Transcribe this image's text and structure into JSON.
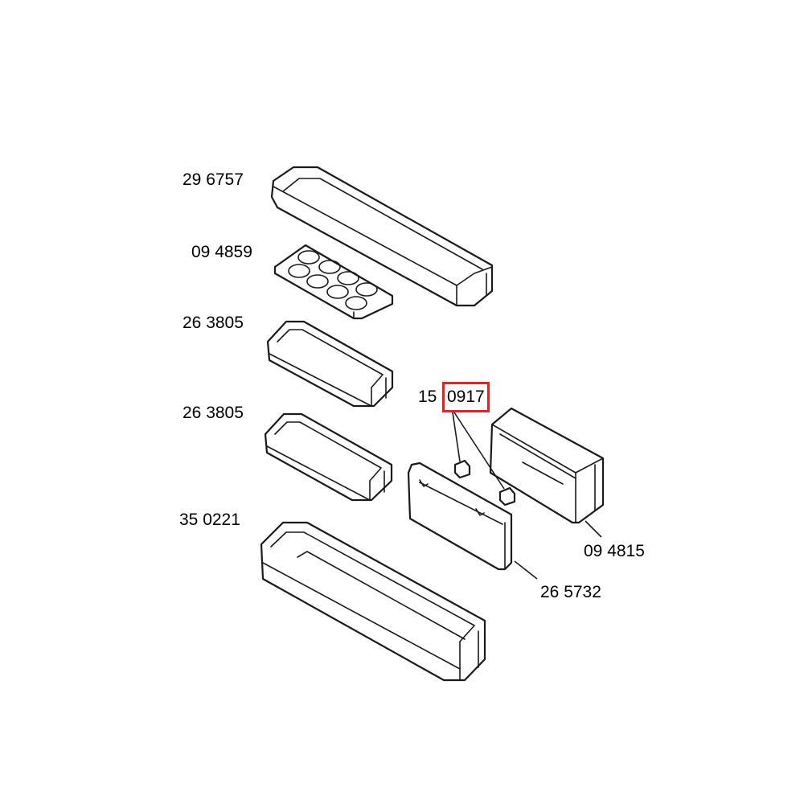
{
  "labels": {
    "shelf_top": "29 6757",
    "egg_tray": "09 4859",
    "bin_1": "26 3805",
    "bin_2": "26 3805",
    "bottle_shelf": "35 0221",
    "clip_prefix": "15",
    "clip_highlight": "0917",
    "dairy_box": "09 4815",
    "dairy_cover": "26 5732"
  },
  "colors": {
    "highlight": "#e02424",
    "line": "#1a1a1a",
    "background": "#ffffff"
  }
}
